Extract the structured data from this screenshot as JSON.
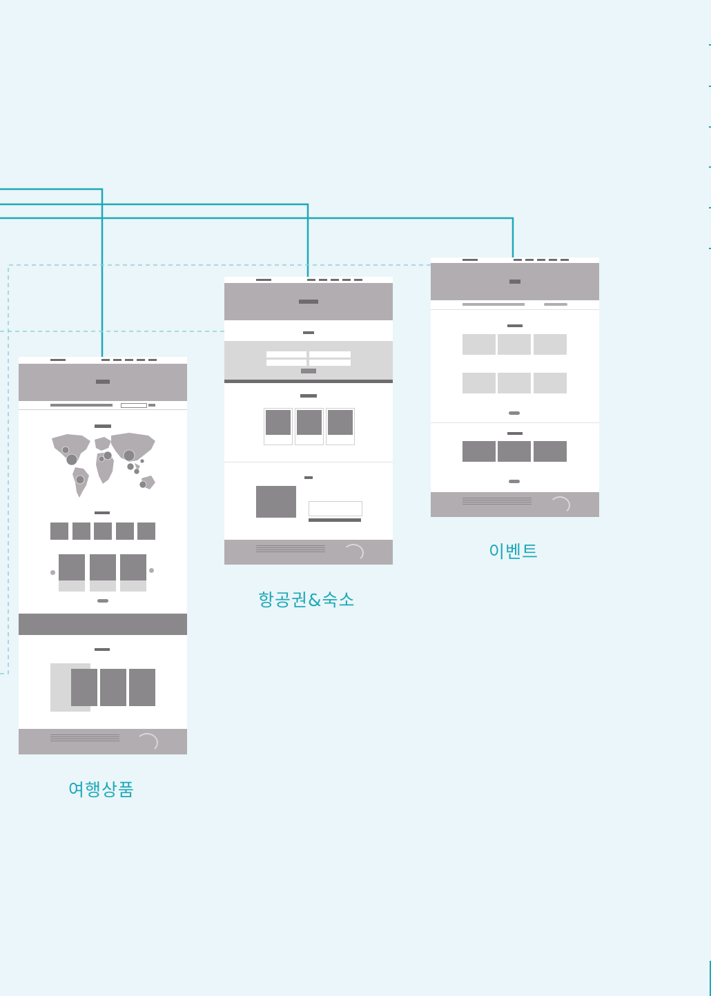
{
  "labels": {
    "travel": "여행상품",
    "flight_hotel": "항공권&숙소",
    "event": "이벤트"
  },
  "colors": {
    "background": "#eaf6f9",
    "connector": "#1fa8b8",
    "dashed": "#8fcfdc",
    "block_dark": "#8a888a",
    "block_mid": "#b1adb1",
    "block_light": "#d9d8d9",
    "text_lines": "#6e6c6e"
  }
}
